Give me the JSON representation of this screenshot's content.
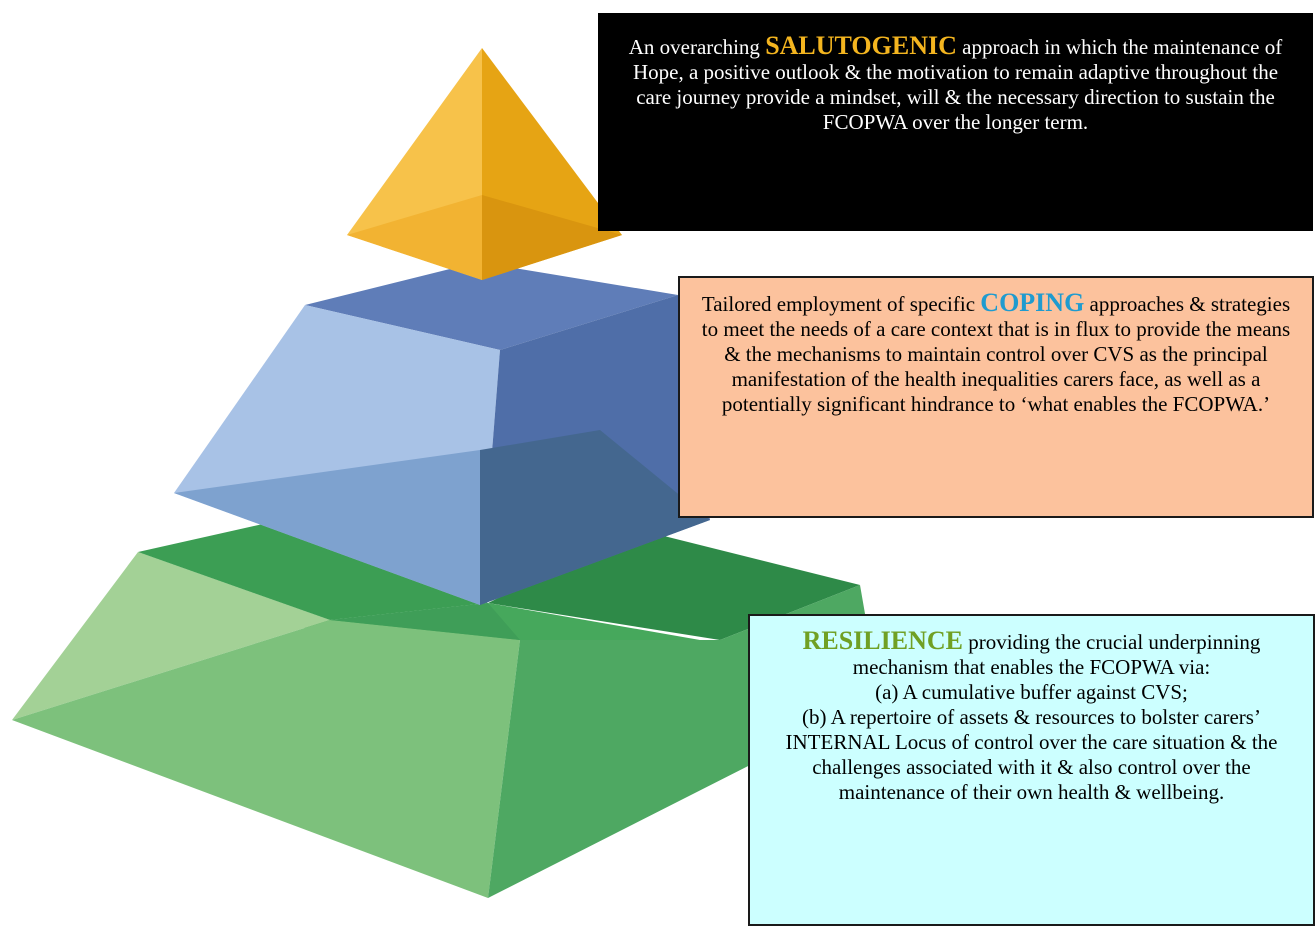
{
  "salutogenic_box": {
    "keyword": "SALUTOGENIC",
    "text_before": "An overarching ",
    "text_after": " approach in which the maintenance of Hope, a positive outlook & the motivation to remain adaptive throughout the care journey provide a mindset, will & the necessary direction to sustain the FCOPWA over the longer term."
  },
  "coping_box": {
    "text_before": "Tailored employment of specific ",
    "keyword": "COPING",
    "text_after": " approaches & strategies to meet the needs of a care context that is in flux to provide the means & the mechanisms to maintain control over CVS as the principal manifestation of the health inequalities carers face, as well as a potentially significant hindrance to ‘what enables the FCOPWA.’"
  },
  "resilience_box": {
    "keyword": "RESILIENCE",
    "intro": " providing the crucial underpinning mechanism that enables the FCOPWA via:",
    "item_a": "(a) A cumulative buffer against CVS;",
    "item_b": "(b) A repertoire of assets & resources to bolster carers’ INTERNAL Locus of control over the care situation & the challenges associated with it & also control over the maintenance of their own health & wellbeing."
  },
  "colors": {
    "apex": "#f3b52b",
    "middle_tier": "#7c9bd0",
    "bottom_tier": "#49a45f",
    "salutogenic_accent": "#f4b51f",
    "coping_accent": "#1f9bcf",
    "resilience_accent": "#70a024"
  }
}
